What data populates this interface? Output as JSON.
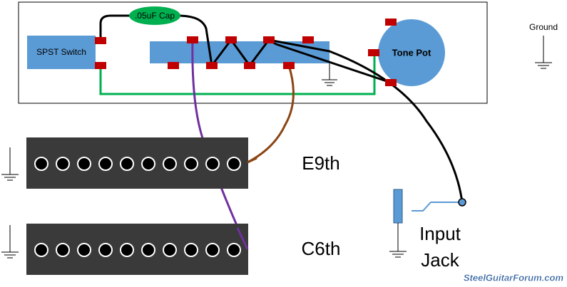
{
  "components": {
    "switch_label": "SPST Switch",
    "cap_label": ".05uF Cap",
    "tone_pot_label": "Tone Pot",
    "ground_label": "Ground"
  },
  "pickups": {
    "top_label": "E9th",
    "bottom_label": "C6th",
    "pole_count": 10
  },
  "jack": {
    "line1": "Input",
    "line2": "Jack"
  },
  "watermark": "SteelGuitarForum.com",
  "colors": {
    "component_blue": "#5b9bd5",
    "cap_green": "#00b050",
    "lug_red": "#c00000",
    "ground_wire_green": "#00b050",
    "wire_black": "#000000",
    "wire_purple": "#7030a0",
    "wire_brown": "#8b4513",
    "pickup_body": "#3a3a3a"
  }
}
